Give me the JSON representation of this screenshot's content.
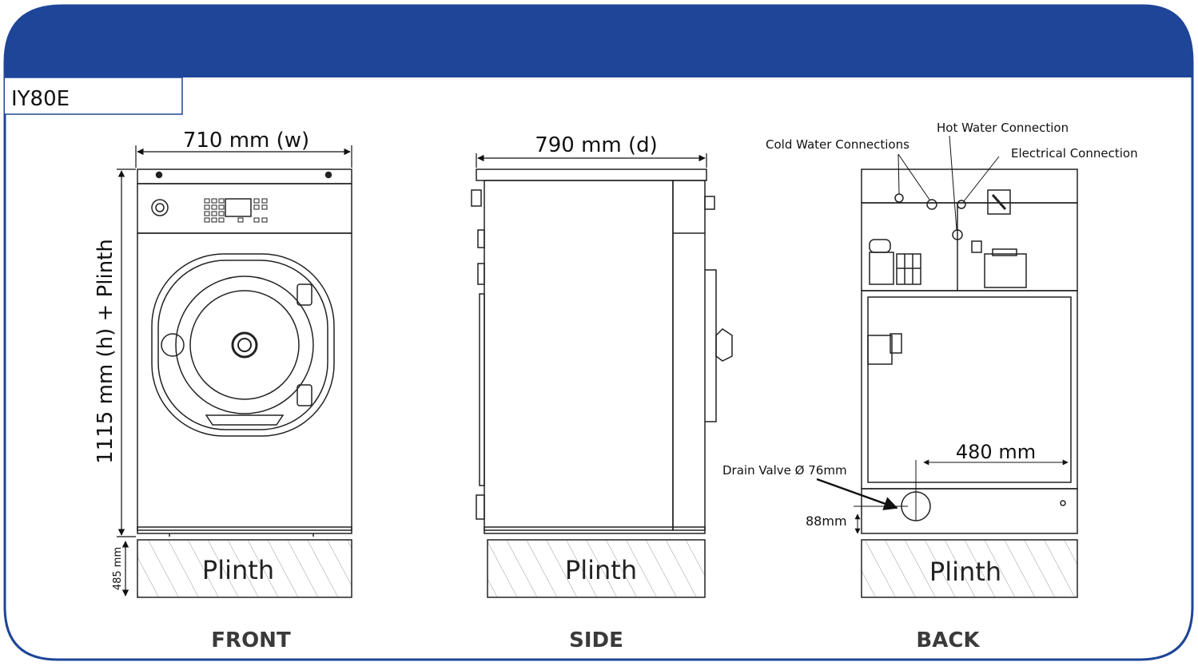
{
  "model": "IY80E",
  "views": {
    "front": "FRONT",
    "side": "SIDE",
    "back": "BACK"
  },
  "plinth": "Plinth",
  "dimensions": {
    "width": "710 mm (w)",
    "depth": "790 mm (d)",
    "height": "1115 mm (h) + Plinth",
    "plinth_height": "485 mm",
    "drain_offset": "480 mm",
    "drain_height": "88mm"
  },
  "callouts": {
    "hot_water": "Hot Water Connection",
    "cold_water": "Cold Water Connections",
    "electrical": "Electrical Connection",
    "drain_valve": "Drain Valve Ø 76mm"
  },
  "colors": {
    "header": "#1e4598",
    "line": "#222222"
  }
}
